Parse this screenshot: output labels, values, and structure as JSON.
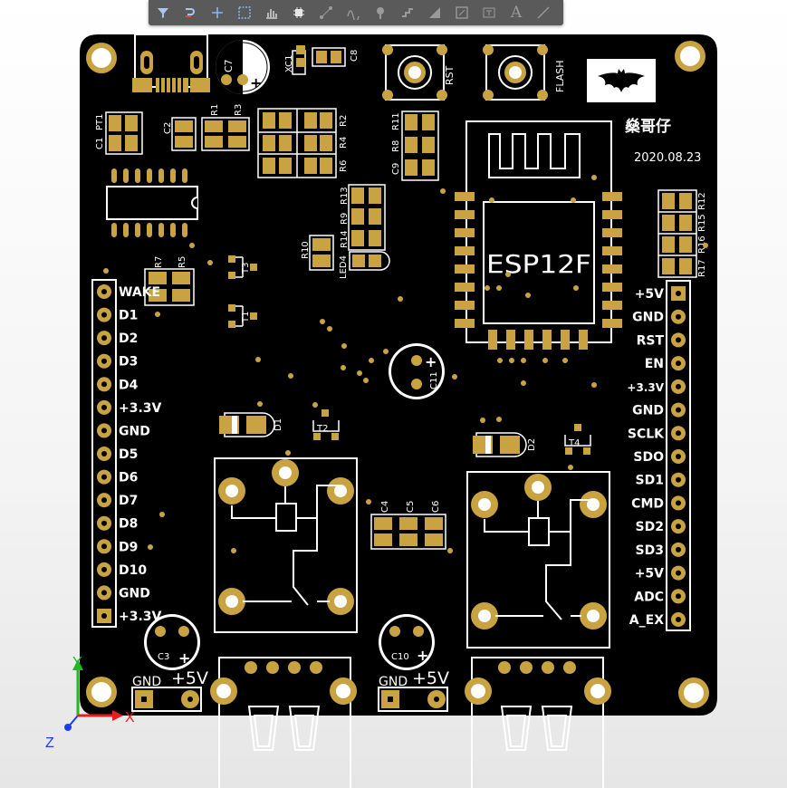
{
  "toolbar": {
    "tools": [
      "filter-icon",
      "route-icon",
      "plus-icon",
      "select-rect-icon",
      "bar-chart-icon",
      "chip-icon",
      "connect-icon",
      "arc-route-icon",
      "probe-icon",
      "pad-icon",
      "fill-icon",
      "board-icon",
      "text-box-icon",
      "text-icon",
      "line-icon"
    ],
    "text_tool_glyph": "A"
  },
  "colors": {
    "board": "#000000",
    "pad": "#c9a341",
    "silk": "#ffffff",
    "toolbar": "#5a5a5a",
    "axis_x": "#e81d1d",
    "axis_y": "#1dbb1d",
    "axis_z": "#1d3ce8"
  },
  "board": {
    "logo_text": "燊哥仔",
    "date": "2020.08.23",
    "module_label": "ESP12F",
    "buttons": {
      "rst": "RST",
      "flash": "FLASH"
    },
    "left_header": [
      "WAKE",
      "D1",
      "D2",
      "D3",
      "D4",
      "+3.3V",
      "GND",
      "D5",
      "D6",
      "D7",
      "D8",
      "D9",
      "D10",
      "GND",
      "+3.3V"
    ],
    "right_header": [
      "+5V",
      "GND",
      "RST",
      "EN",
      "+3.3V",
      "GND",
      "SCLK",
      "SDO",
      "SD1",
      "CMD",
      "SD2",
      "SD3",
      "+5V",
      "ADC",
      "A_EX"
    ],
    "refdes": {
      "c1": "C1",
      "pt1": "PT1",
      "c2": "C2",
      "r1": "R1",
      "r3": "R3",
      "r2": "R2",
      "r4": "R4",
      "r6": "R6",
      "c7": "C7",
      "xc1": "XC1",
      "c8": "C8",
      "r11": "R11",
      "r8": "R8",
      "c9": "C9",
      "r13": "R13",
      "r9": "R9",
      "r14": "R14",
      "r10": "R10",
      "led4": "LED4",
      "r7": "R7",
      "r5": "R5",
      "t3": "T3",
      "t1": "T1",
      "c11": "C11",
      "d1": "D1",
      "t2": "T2",
      "d2": "D2",
      "t4": "T4",
      "c4": "C4",
      "c5": "C5",
      "c6": "C6",
      "r12": "R12",
      "r15": "R15",
      "r16": "R16",
      "r17": "R17",
      "c3": "C3",
      "c10": "C10"
    },
    "power_left": {
      "gnd": "GND",
      "vcc": "+5V"
    },
    "power_right": {
      "gnd": "GND",
      "vcc": "+5V"
    },
    "plus_sign": "+"
  },
  "axes": {
    "x": "X",
    "y": "Y",
    "z": "Z"
  }
}
